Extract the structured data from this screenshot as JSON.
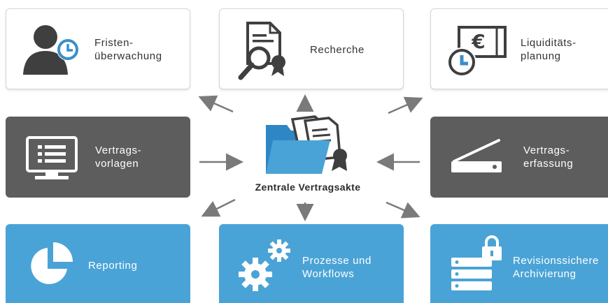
{
  "center": {
    "label": "Zentrale Vertragsakte",
    "icon": "folder-documents-icon"
  },
  "colors": {
    "light_tile": "#ffffff",
    "dark_tile": "#5e5d5d",
    "blue_tile": "#4aa3d6",
    "icon_dark": "#3f3f3f",
    "arrow": "#7a7a7a"
  },
  "tiles": {
    "fristen": {
      "label": "Fristen-\nüberwachung",
      "icon": "person-clock-icon"
    },
    "recherche": {
      "label": "Recherche",
      "icon": "document-magnifier-icon"
    },
    "liquiditaet": {
      "label": "Liquiditäts-\nplanung",
      "icon": "euro-clock-icon"
    },
    "vorlagen": {
      "label": "Vertrags-\nvorlagen",
      "icon": "monitor-list-icon"
    },
    "erfassung": {
      "label": "Vertrags-\nerfassung",
      "icon": "scanner-icon"
    },
    "reporting": {
      "label": "Reporting",
      "icon": "pie-chart-icon"
    },
    "prozesse": {
      "label": "Prozesse und\nWorkflows",
      "icon": "gears-icon"
    },
    "archivierung": {
      "label": "Revisionssichere\nArchivierung",
      "icon": "server-lock-icon"
    }
  }
}
